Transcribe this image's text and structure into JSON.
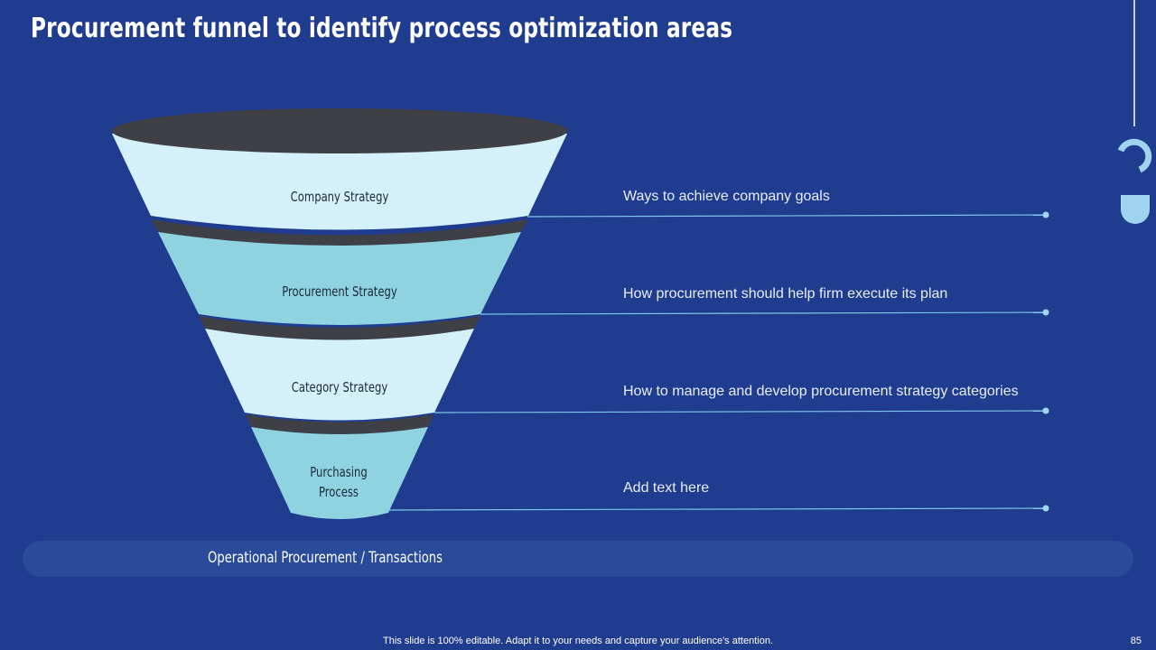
{
  "slide": {
    "title": "Procurement funnel to identify process optimization areas",
    "footer": "This slide is 100% editable. Adapt it to your needs and capture your audience's attention.",
    "page_number": "85"
  },
  "funnel": {
    "levels": [
      {
        "label": "Company Strategy",
        "description": "Ways to achieve company goals"
      },
      {
        "label": "Procurement Strategy",
        "description": "How procurement should help firm execute its plan"
      },
      {
        "label": "Category Strategy",
        "description": "How to manage and develop procurement strategy categories"
      },
      {
        "label": "Purchasing Process",
        "description": "Add text here"
      }
    ],
    "base_label": "Operational Procurement / Transactions"
  },
  "colors": {
    "background": "#1f3c8f",
    "light_band": "#d4f1fb",
    "mid_band": "#8fd3e0",
    "rim": "#3f3f46",
    "line": "#7fc7ee",
    "base_bar": "#2a4a9a",
    "accent": "#9fd4f0"
  }
}
